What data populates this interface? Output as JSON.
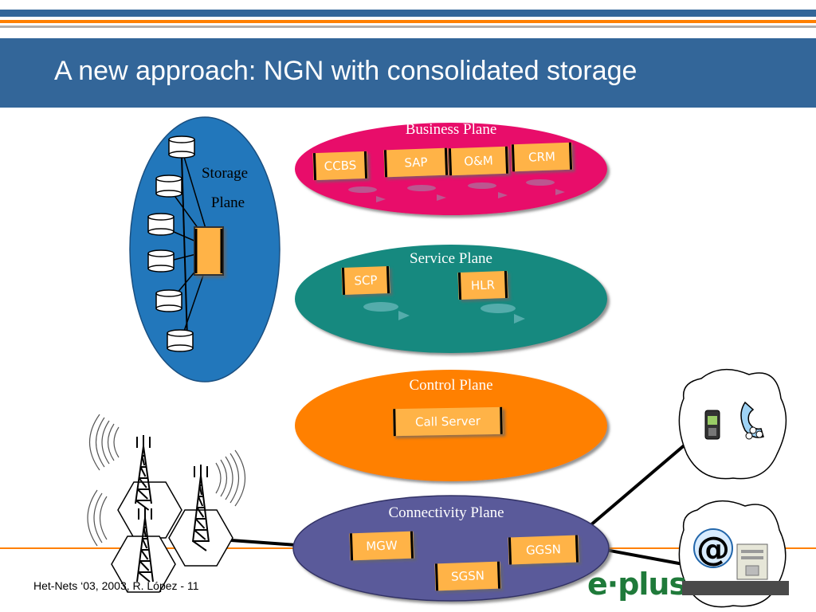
{
  "slide": {
    "title": "A new approach: NGN with consolidated storage",
    "footer": "Het-Nets ‘03,  2003, R. López   - 11",
    "logo_text": "e·plus"
  },
  "colors": {
    "header_blue": "#336699",
    "accent_orange": "#ff8000",
    "business_plane": "#e8106b",
    "service_plane": "#14897f",
    "control_plane": "#ff8000",
    "connectivity_plane": "#5a5a9a",
    "storage_plane": "#2277bb",
    "box_fill": "#ffb347"
  },
  "diagram": {
    "storage_plane": {
      "label_line1": "Storage",
      "label_line2": "Plane"
    },
    "business_plane": {
      "label": "Business Plane",
      "boxes": [
        "CCBS",
        "SAP",
        "O&M",
        "CRM"
      ]
    },
    "service_plane": {
      "label": "Service Plane",
      "boxes": [
        "SCP",
        "HLR"
      ]
    },
    "control_plane": {
      "label": "Control Plane",
      "boxes": [
        "Call Server"
      ]
    },
    "connectivity_plane": {
      "label": "Connectivity Plane",
      "boxes": [
        "MGW",
        "GGSN",
        "SGSN"
      ]
    },
    "clouds": [
      {
        "icons": [
          "mobile-phone-icon",
          "telephone-icon"
        ]
      },
      {
        "icons": [
          "at-sign-icon",
          "server-icon"
        ]
      }
    ],
    "at_symbol": "@"
  }
}
